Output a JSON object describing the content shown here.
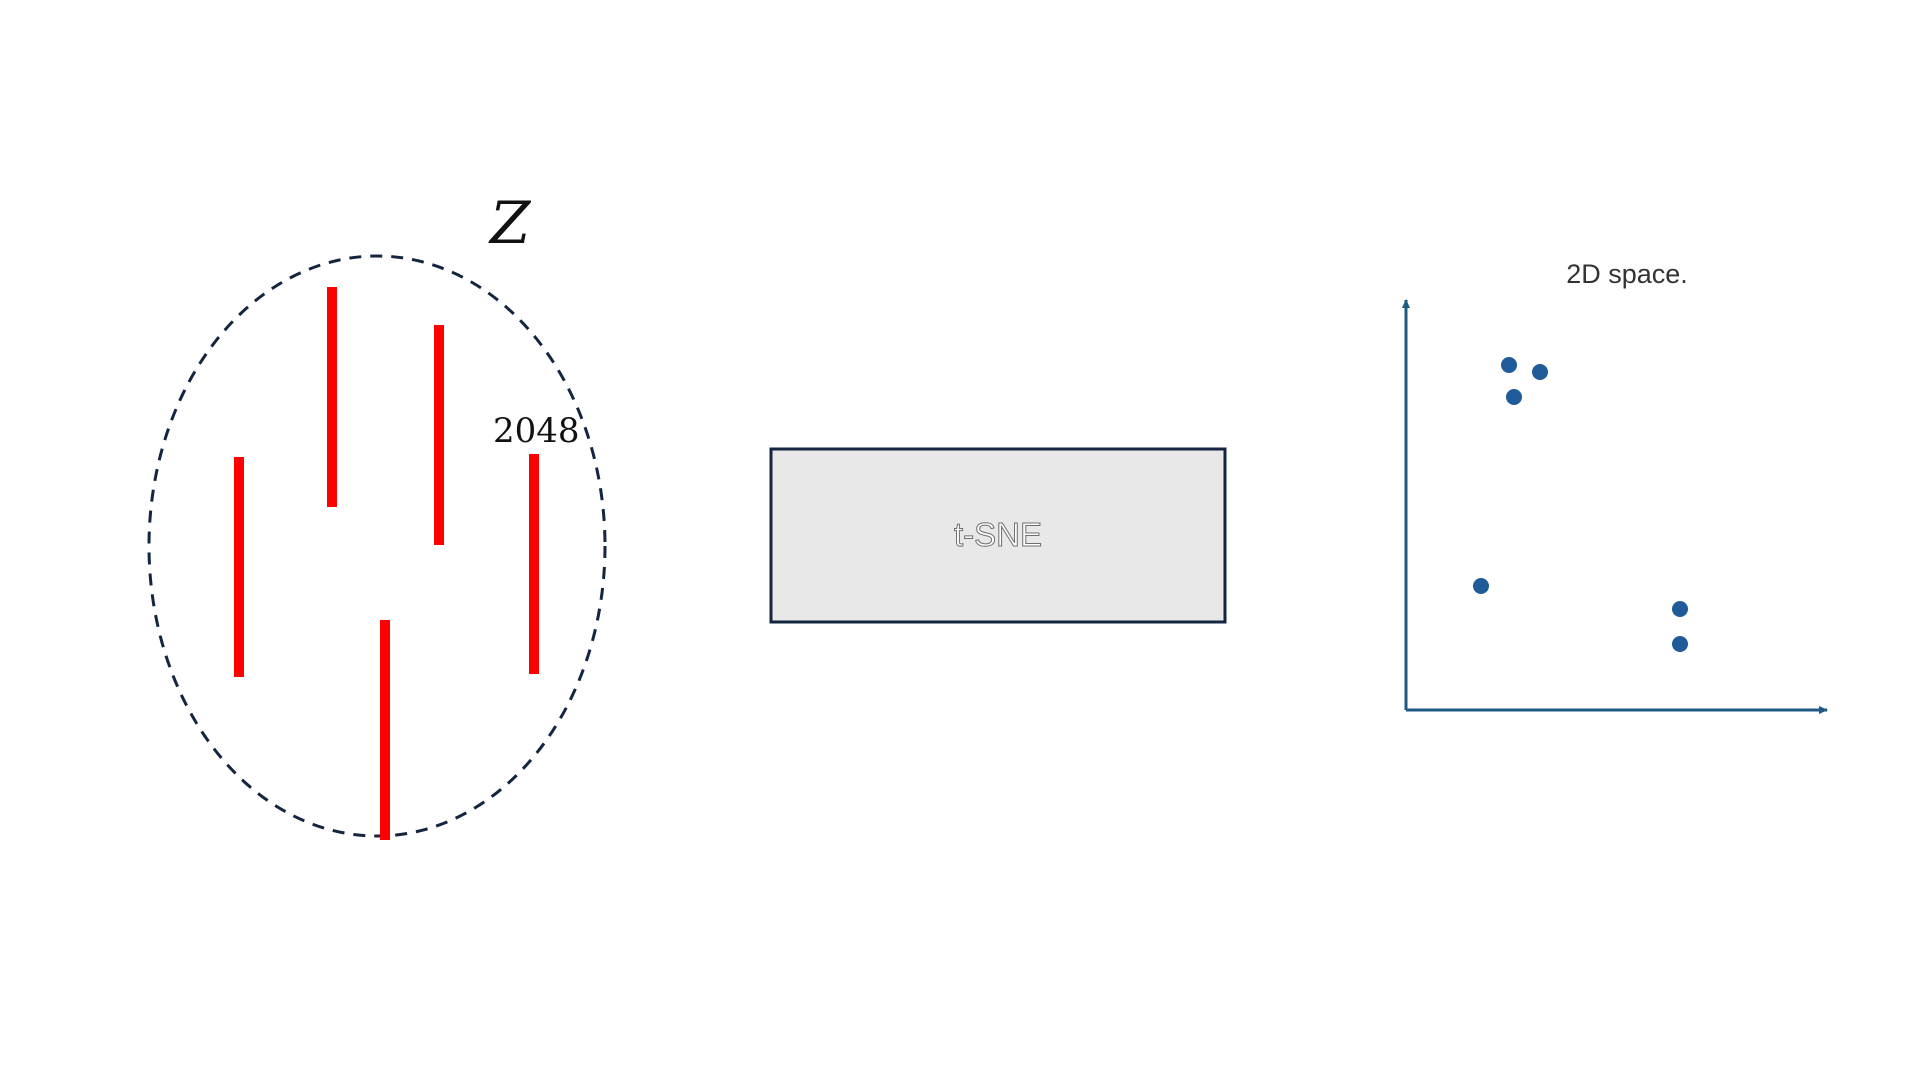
{
  "latent_space": {
    "symbol": "Z",
    "dimension": "2048",
    "vector_color": "#ff0000",
    "boundary_color": "#13253f"
  },
  "tsne_box": {
    "label": "t-SNE",
    "fill": "#e8e8e8",
    "border": "#13253f"
  },
  "embedding_plot": {
    "title": "2D space.",
    "axis_color": "#1f5a85",
    "point_color": "#1f5a99"
  }
}
